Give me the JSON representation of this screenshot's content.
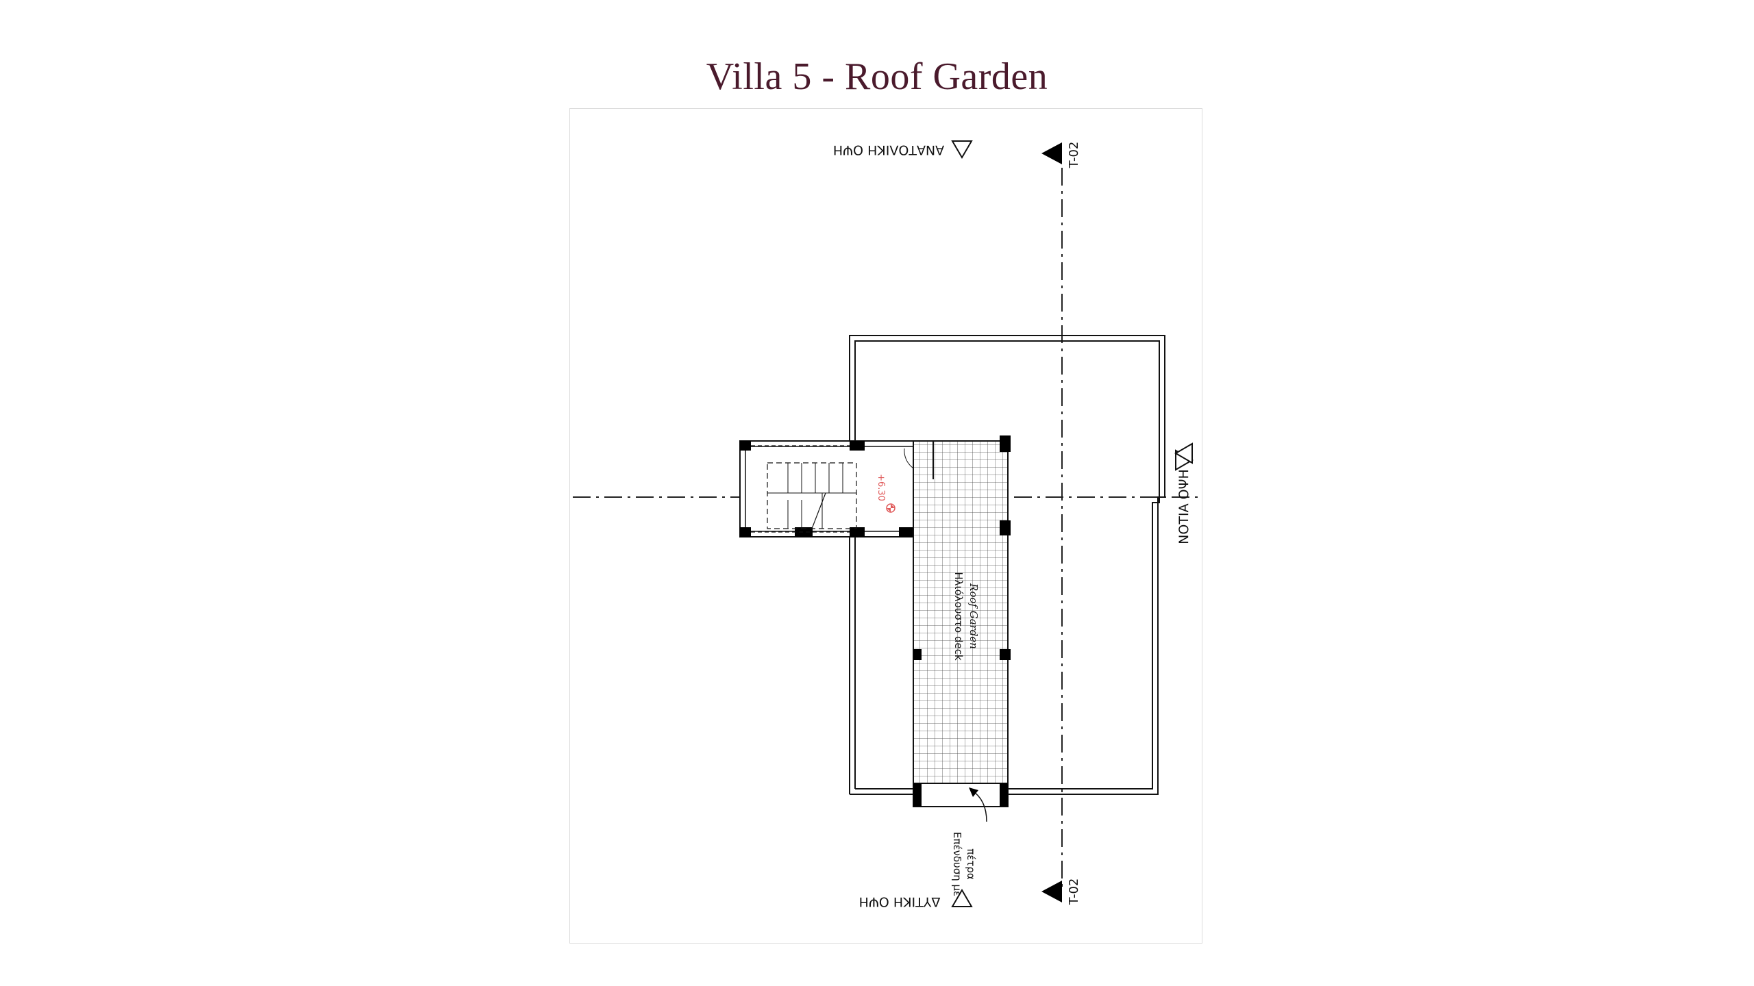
{
  "title": "Villa 5 - Roof Garden",
  "labels": {
    "east_elevation": "ΑΝΑΤΟΛΙΚΗ ΟΨΗ",
    "west_elevation": "ΔΥΤΙΚΗ ΟΨΗ",
    "south_elevation": "ΝΟΤΙΑ ΟΨΗ",
    "section_top": "T-02",
    "section_bottom": "T-02",
    "level": "+6.30",
    "deck_gr": "Ηλιόλουστο deck",
    "deck_en": "Roof Garden",
    "cladding_line1": "Επένδυση με",
    "cladding_line2": "πέτρα"
  },
  "colors": {
    "title": "#4a1a2c",
    "lines": "#111111",
    "level_mark": "#e05a5a",
    "sheet_border": "#dcdcdc"
  },
  "icons": [
    "triangle-marker-icon",
    "section-arrow-icon",
    "level-marker-icon"
  ]
}
